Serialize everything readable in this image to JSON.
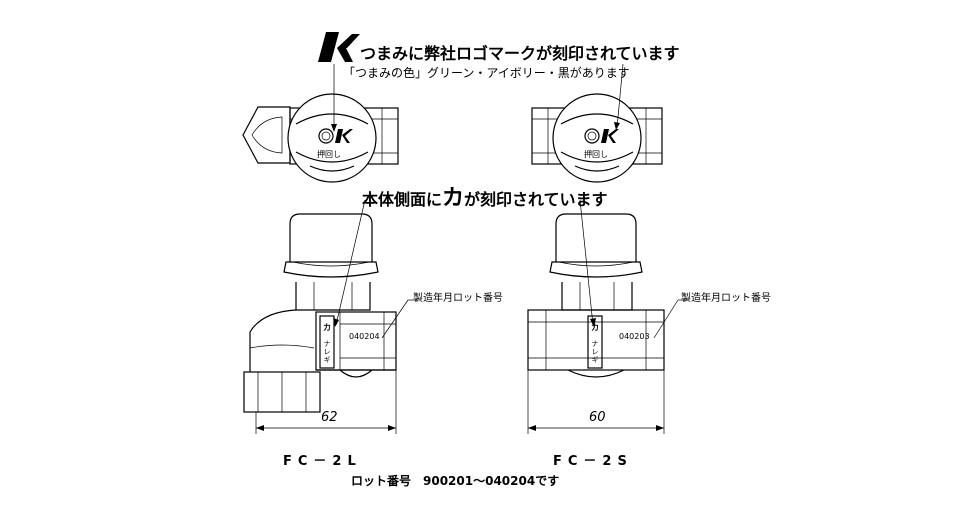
{
  "notes": {
    "logo_note": "つまみに弊社ロゴマークが刻印されています",
    "color_note": "「つまみの色」グリーン・アイボリー・黒があります",
    "body_note_pre": "本体側面に",
    "body_note_ka": "カ",
    "body_note_post": "が刻印されています",
    "lot_label_left": "製造年月ロット番号",
    "lot_label_right": "製造年月ロット番号",
    "lot_range": "ロット番号　900201～040204です"
  },
  "models": {
    "left": "FC－2L",
    "right": "FC－2S"
  },
  "dimensions": {
    "left": "62",
    "right": "60"
  },
  "engravings": {
    "lot_left": "040204",
    "lot_right": "040203",
    "knob_text_left": "押回し",
    "knob_text_right": "押回し",
    "side_ka_left": "カ",
    "side_ka_right": "カ",
    "side_vert_left": "ナレギ",
    "side_vert_right": "ナレギ"
  },
  "logo": {
    "icon": "k-logo-icon",
    "color": "#000000"
  }
}
